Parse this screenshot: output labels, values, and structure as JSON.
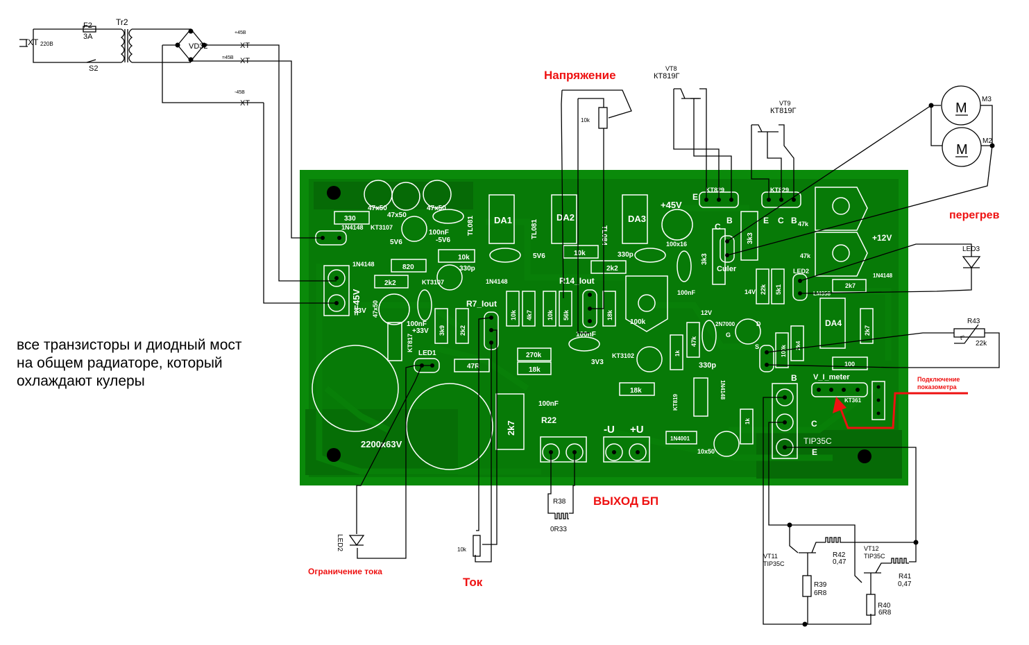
{
  "colors": {
    "board": "#0a8a0a",
    "board_inner": "#066e06",
    "trace": "#087808",
    "silkscreen": "#ffffff",
    "wire": "#000000",
    "annotation": "#ee1111"
  },
  "annotations": {
    "voltage_pot": "Напряжение",
    "current_pot": "Ток",
    "overheat": "перегрев",
    "psu_output": "ВЫХОД БП",
    "current_limit": "Ограничение тока",
    "meter_connection_line1": "Подключение",
    "meter_connection_line2": "показометра"
  },
  "note": {
    "line1": "все транзисторы и диодный мост",
    "line2": "на общем радиаторе, который",
    "line3": "охлаждают кулеры"
  },
  "schematic": {
    "mains": {
      "connector": "XT",
      "voltage": "220В",
      "fuse": "F2",
      "fuse_rating": "3A",
      "switch": "S2",
      "transformer": "Tr2",
      "bridge": "VD32"
    },
    "rails": [
      {
        "label": "+45В",
        "connector": "XT"
      },
      {
        "label": "=45В",
        "connector": "XT"
      },
      {
        "label": "-45В",
        "connector": "XT"
      }
    ],
    "voltage_pot": {
      "value": "10k"
    },
    "current_pot": {
      "value": "10k"
    },
    "vt8": {
      "name": "VT8",
      "type": "КТ819Г"
    },
    "vt9": {
      "name": "VT9",
      "type": "КТ819Г"
    },
    "fans": [
      {
        "name": "M3",
        "glyph": "M"
      },
      {
        "name": "M2",
        "glyph": "M"
      }
    ],
    "led3": {
      "name": "LED3"
    },
    "r43": {
      "name": "R43",
      "value": "22k",
      "temp": "t°"
    },
    "led2_ext": {
      "name": "LED2"
    },
    "r38": {
      "name": "R38",
      "value": "0R33"
    },
    "vt11": {
      "name": "VT11",
      "type": "TIP35C"
    },
    "vt12": {
      "name": "VT12",
      "type": "TIP35C"
    },
    "r42": {
      "name": "R42",
      "value": "0,47"
    },
    "r41": {
      "name": "R41",
      "value": "0,47"
    },
    "r39": {
      "name": "R39",
      "value": "6R8"
    },
    "r40": {
      "name": "R40",
      "value": "6R8"
    }
  },
  "pcb": {
    "labels": {
      "c47x50_a": "47x50",
      "c47x50_b": "47x50",
      "c47x50_c": "47x50",
      "r330": "330",
      "d1n4148_a": "1N4148",
      "kt3107_a": "KT3107",
      "c100nf_a": "100nF",
      "m5v6": "-5V6",
      "z5v6_a": "5V6",
      "d1n4148_b": "1N4148",
      "r620": "820",
      "r2k2_a": "2k2",
      "kt3107_b": "KT3107",
      "r10k_a": "10k",
      "c330p_a": "330p",
      "d1n4148_c": "1N4148",
      "tl081_a": "TL081",
      "da1": "DA1",
      "tl081_b": "TL081",
      "da2": "DA2",
      "tl084": "TL084",
      "da3": "DA3",
      "z5v6_b": "5V6",
      "r10k_b": "10k",
      "r2k2_b": "2k2",
      "c330p_b": "330p",
      "r14": "R14_Iout",
      "r7": "R7_Iout",
      "v45": "==45V",
      "z33v": "33V",
      "c47x50_d": "47x50",
      "c100nf_b": "100nF",
      "p33v": "+33V",
      "kt817": "KT817",
      "r3k9": "3k9",
      "r2k2_c": "2k2",
      "led1": "LED1",
      "r47r": "47R",
      "r10k_c": "10k",
      "r4k7": "4k7",
      "r10k_d": "10k",
      "r56k": "56k",
      "r18k_a": "18k",
      "pot100k": "100k",
      "c100nf_c": "100nF",
      "r270k": "270k",
      "r18k_b": "18k",
      "z3v3": "3V3",
      "kt3102": "KT3102",
      "r18k_c": "18k",
      "c100nf_d": "100nF",
      "r22": "R22",
      "r2k7_a": "2k7",
      "minus_u": "-U",
      "plus_u": "+U",
      "cap2200": "2200x63V",
      "p45v": "+45V",
      "c100x16": "100x16",
      "kt829_a": "KT829",
      "kt829_b": "KT829",
      "e_a": "E",
      "b_a": "B",
      "c_a": "C",
      "e_b": "E",
      "c_b": "C",
      "b_b": "B",
      "r3k3_a": "3k3",
      "r3k3_b": "3k3",
      "culer": "Culer",
      "c100nf_e": "100nF",
      "z12v": "12V",
      "z14v": "14V",
      "r22k": "22k",
      "r5k1": "5k1",
      "pot47k_a": "47k",
      "pot47k_b": "47k",
      "p12v": "+12V",
      "led2": "LED2",
      "lm358": "LM358",
      "d1n4148_d": "1N4148",
      "r2k7_b": "2k7",
      "da4": "DA4",
      "r2k7_c": "2k7",
      "r47k": "47k",
      "c330p_c": "330p",
      "r1k_a": "1k",
      "n2n7000": "2N7000",
      "d_pin": "D",
      "g_pin": "G",
      "s_pin": "S",
      "r100k": "100k",
      "r2k4": "2k4",
      "r100": "100",
      "b_c": "B",
      "vimeter": "V_I_meter",
      "kt361": "KT361",
      "c_c": "C",
      "tip35c": "TIP35C",
      "e_c": "E",
      "kt819": "KT819",
      "d1n4148_e": "1N4148",
      "d1n4001": "1N4001",
      "c10x50": "10x50",
      "r1k_b": "1k"
    }
  }
}
